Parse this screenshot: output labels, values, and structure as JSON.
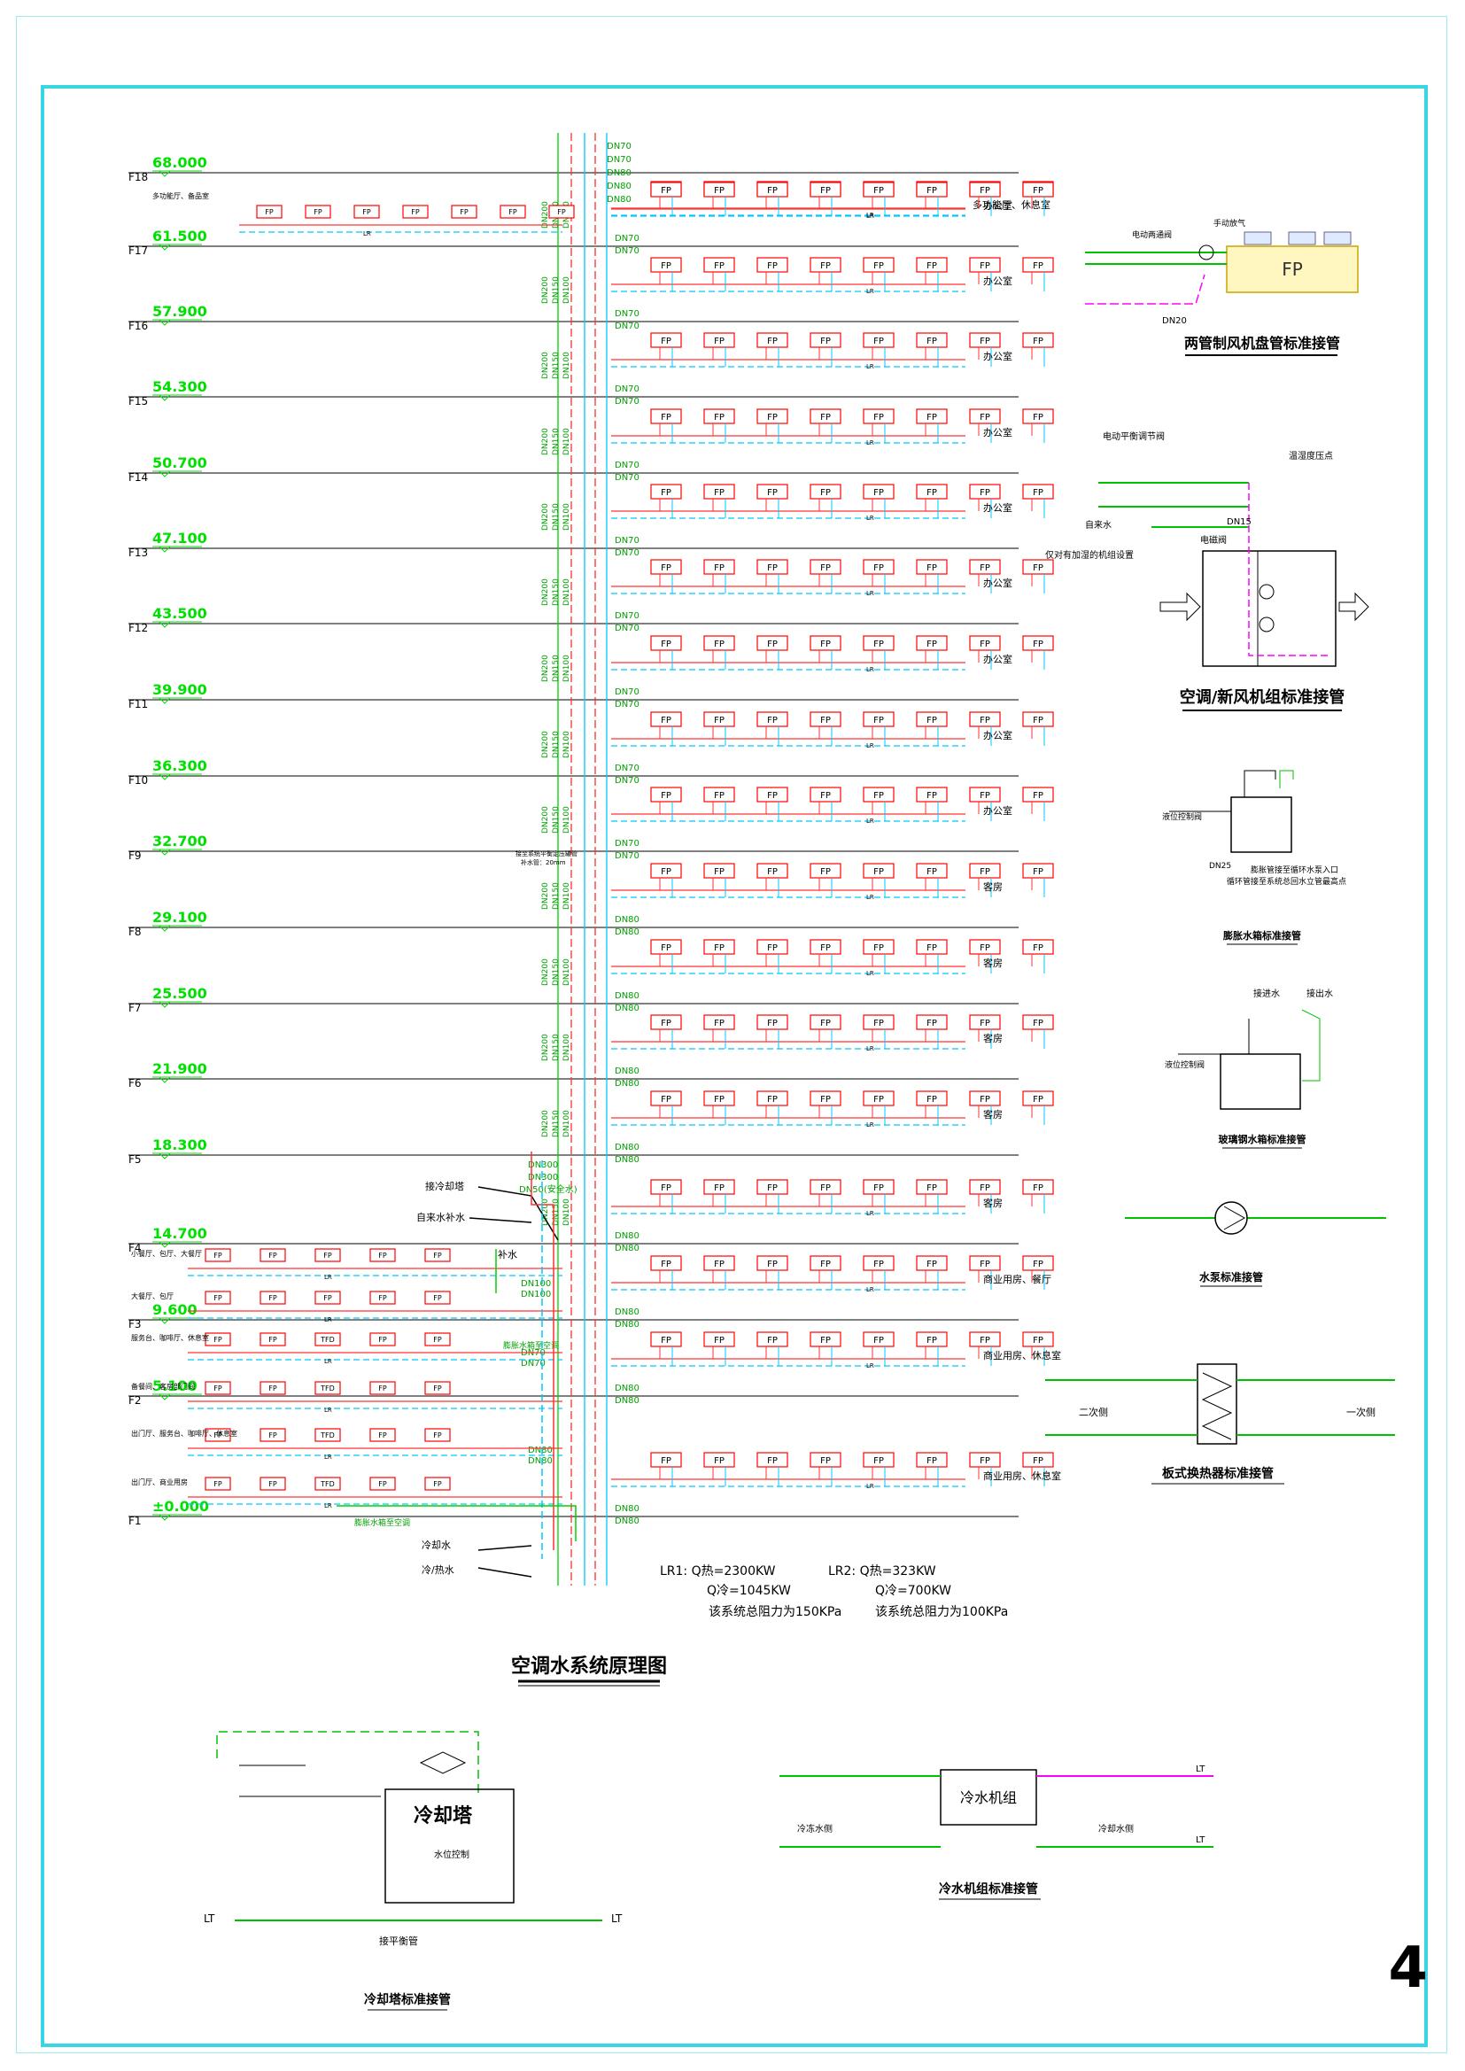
{
  "page": {
    "number": "4"
  },
  "colors": {
    "frame": "#37d6e2",
    "supply": "#ff3030",
    "return": "#00c8ff",
    "condensate": "#ff00ff",
    "green": "#00d000",
    "elev": "#00e000",
    "fp_border": "#ff0000",
    "fp_fill": "#ffffff",
    "ink": "#000000"
  },
  "main_title": "空调水系统原理图",
  "floors": [
    {
      "id": "F18",
      "elev": "68.000"
    },
    {
      "id": "F17",
      "elev": "61.500"
    },
    {
      "id": "F16",
      "elev": "57.900"
    },
    {
      "id": "F15",
      "elev": "54.300"
    },
    {
      "id": "F14",
      "elev": "50.700"
    },
    {
      "id": "F13",
      "elev": "47.100"
    },
    {
      "id": "F12",
      "elev": "43.500"
    },
    {
      "id": "F11",
      "elev": "39.900"
    },
    {
      "id": "F10",
      "elev": "36.300"
    },
    {
      "id": "F9",
      "elev": "32.700"
    },
    {
      "id": "F8",
      "elev": "29.100"
    },
    {
      "id": "F7",
      "elev": "25.500"
    },
    {
      "id": "F6",
      "elev": "21.900"
    },
    {
      "id": "F5",
      "elev": "18.300"
    },
    {
      "id": "F4",
      "elev": "14.700"
    },
    {
      "id": "F3",
      "elev": "9.600"
    },
    {
      "id": "F2",
      "elev": "5.100"
    },
    {
      "id": "F1",
      "elev": "±0.000"
    }
  ],
  "fp_label": "FP",
  "tfd_label": "TFD",
  "lr_label": "LR",
  "right_rooms": [
    "多功能厅、休息室",
    "办公室",
    "办公室",
    "办公室",
    "办公室",
    "办公室",
    "办公室",
    "办公室",
    "办公室",
    "办公室",
    "客房",
    "客房",
    "客房",
    "客房",
    "客房",
    "商业用房、餐厅",
    "商业用房、休息室",
    "商业用房、休息室"
  ],
  "left_rooms": [
    "多功能厅、备品室",
    "小餐厅、包厅、大餐厅",
    "大餐厅、包厅",
    "服务台、咖啡厅、休息室",
    "备餐间、客房部门间",
    "出门厅、服务台、咖啡厅、休息室",
    "出门厅、商业用房"
  ],
  "pipe_labels": {
    "top": [
      "DN70",
      "DN70",
      "DN80",
      "DN80",
      "DN80"
    ],
    "riser_main": [
      "DN200",
      "DN150",
      "DN100"
    ],
    "branch_dn70": "DN70",
    "branch_dn80": "DN80",
    "lower": [
      "DN300",
      "DN300",
      "DN50(安全水)",
      "DN100",
      "DN100",
      "DN70",
      "DN70",
      "DN80",
      "DN80"
    ]
  },
  "callouts": {
    "cooling_tower": "接冷却塔",
    "tap_water": "自来水补水",
    "supply_water": "补水",
    "chilled": "冷却水",
    "hot": "冷/热水",
    "expansion_note1": "接至系统平衡定压罐管",
    "expansion_note2": "补水管：20mm",
    "tank_note": "膨胀水箱至空调",
    "tank_note2": "膨胀水箱至空调"
  },
  "lr_info": {
    "lr1": [
      "LR1:  Q热=2300KW",
      "Q冷=1045KW",
      "该系统总阻力为150KPa"
    ],
    "lr2": [
      "LR2:  Q热=323KW",
      "Q冷=700KW",
      "该系统总阻力为100KPa"
    ]
  },
  "details": {
    "fp_detail": {
      "title": "两管制风机盘管标准接管",
      "fp": "FP",
      "valve": "电动两通阀",
      "vent": "手动放气",
      "dn": "DN20"
    },
    "ahu_detail": {
      "title": "空调/新风机组标准接管",
      "valve": "电动平衡调节阀",
      "sensor": "温湿度压点",
      "tap": "自来水",
      "dn": "DN15",
      "solenoid": "电磁阀",
      "note": "仅对有加湿的机组设置"
    },
    "expansion_tank": {
      "title": "膨胀水箱标准接管",
      "valve": "液位控制阀",
      "dn": "DN25",
      "note1": "膨胀管接至循环水泵入口",
      "note2": "循环管接至系统总回水立管最高点"
    },
    "steel_tank": {
      "title": "玻璃钢水箱标准接管",
      "in": "接进水",
      "out": "接出水",
      "valve": "液位控制阀"
    },
    "pump": {
      "title": "水泵标准接管"
    },
    "plate_hx": {
      "title": "板式换热器标准接管",
      "secondary": "二次侧",
      "primary": "一次侧"
    },
    "cooling_tower": {
      "title": "冷却塔标准接管",
      "name": "冷却塔",
      "level": "水位控制",
      "balance": "接平衡管",
      "lt": "LT"
    },
    "chiller": {
      "title": "冷水机组标准接管",
      "name": "冷水机组",
      "chw": "冷冻水侧",
      "cw": "冷却水侧",
      "lt": "LT"
    }
  }
}
